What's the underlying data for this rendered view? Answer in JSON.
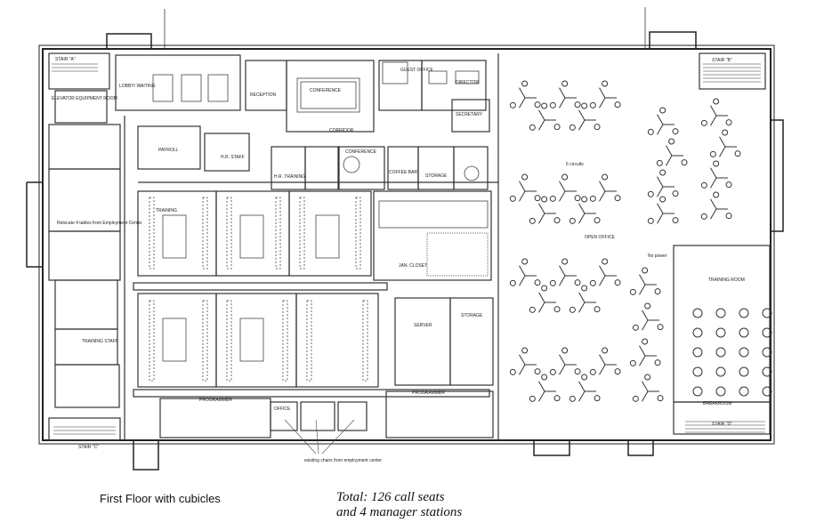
{
  "caption": "First Floor with cubicles",
  "total": {
    "line1": "Total: 126 call seats",
    "line2": "and 4 manager stations"
  },
  "rooms": {
    "stair_a": "STAIR \"A\"",
    "stair_b": "STAIR \"B\"",
    "stair_c": "STAIR \"C\"",
    "stair_d": "STAIR \"D\"",
    "elevator": "ELEVATOR EQUIPMENT ROOM",
    "lobby": "LOBBY/ WAITING",
    "reception": "RECEPTION",
    "conference_main": "CONFERENCE",
    "guest_office": "GUEST OFFICE",
    "director": "DIRECTOR",
    "secretary": "SECRETARY",
    "corridor": "CORRIDOR",
    "payroll": "PAYROLL",
    "hr_staff": "H.R. STAFF",
    "hr_training": "H.R. TRAINING",
    "conference_small": "CONFERENCE",
    "coffee_bar": "COFFEE BAR",
    "storage": "STORAGE",
    "training": "TRAINING",
    "janitor": "JAN. CLOSET",
    "open_office": "OPEN OFFICE",
    "programmer_left": "PROGRAMMER",
    "programmer_right": "PROGRAMMER",
    "server": "SERVER",
    "storage_small": "STORAGE",
    "training_staff": "TRAINING STAFF",
    "breakroom": "BREAKROOM",
    "office": "OFFICE",
    "training_room": "TRAINING ROOM"
  },
  "notes": {
    "existing_chairs": "existing chairs from employment center",
    "relocate_tables": "Relocate 4 tables from Employment Center",
    "no_power": "No power",
    "circuits": "6 circuits"
  }
}
